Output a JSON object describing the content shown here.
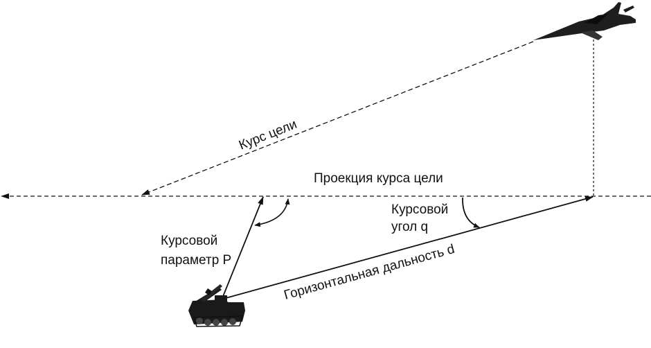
{
  "labels": {
    "target_course": "Курс цели",
    "course_projection": "Проекция курса цели",
    "course_angle_line1": "Курсовой",
    "course_angle_line2": "угол q",
    "course_parameter_line1": "Курсовой",
    "course_parameter_line2": "параметр Р",
    "horizontal_range": "Горизонтальная дальность d"
  },
  "colors": {
    "line": "#111111",
    "vehicle": "#1a1a1a",
    "aircraft": "#1e1e1e",
    "background": "#ffffff"
  },
  "icons": {
    "aircraft": "jet-aircraft-icon",
    "vehicle": "sam-launcher-vehicle-icon"
  }
}
